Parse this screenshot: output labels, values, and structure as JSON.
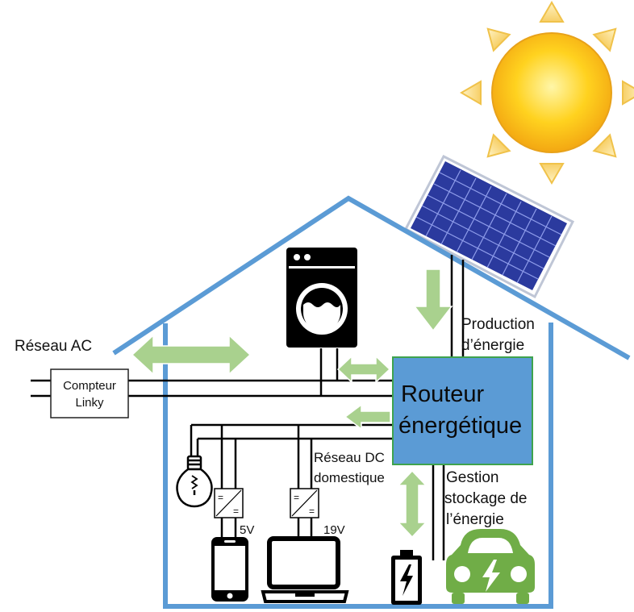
{
  "labels": {
    "grid": "Réseau AC",
    "meter_line1": "Compteur",
    "meter_line2": "Linky",
    "router_line1": "Routeur",
    "router_line2": "énergétique",
    "production_line1": "Production",
    "production_line2": "d’énergie",
    "dc_network_line1": "Réseau DC",
    "dc_network_line2": "domestique",
    "storage_line1": "Gestion",
    "storage_line2": "stockage de",
    "storage_line3": "l’énergie",
    "voltage_phone": "5V",
    "voltage_laptop": "19V",
    "converter_in": "=",
    "converter_out": "="
  },
  "icons": {
    "sun": "sun-icon",
    "panel": "solar-panel-icon",
    "washer": "washing-machine-icon",
    "bulb": "light-bulb-icon",
    "phone": "smartphone-icon",
    "laptop": "laptop-icon",
    "battery": "battery-icon",
    "car": "electric-car-icon"
  },
  "colors": {
    "house": "#5b9bd5",
    "router_fill": "#5b9bd5",
    "router_border": "#3fa34d",
    "arrow": "#a9d18e",
    "panel": "#2b3a9e",
    "sun_core": "#ffd21f",
    "sun_ray": "#fbe39b",
    "car": "#70ad47",
    "wire": "#000000"
  }
}
